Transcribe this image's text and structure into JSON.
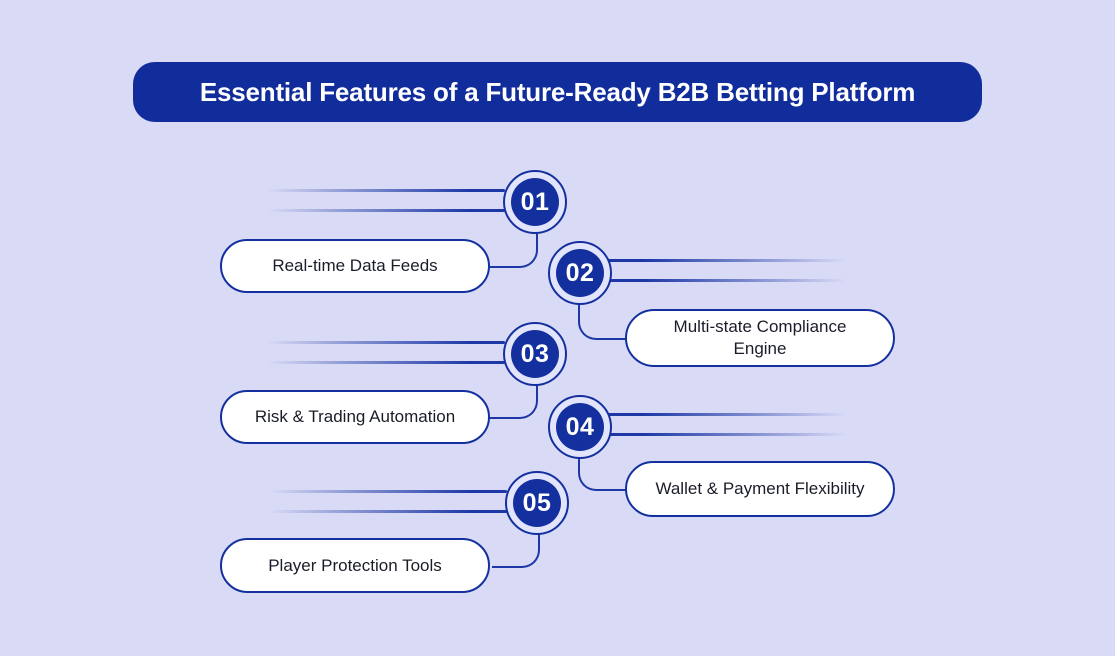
{
  "banner": {
    "title": "Essential Features of a Future-Ready B2B Betting Platform"
  },
  "colors": {
    "background": "#d9daf6",
    "banner_bg": "#112c9b",
    "banner_text": "#ffffff",
    "deep_blue": "#13309e",
    "line_blue": "#1d38a6",
    "ring_fill": "#e2e4fb",
    "pill_bg": "#ffffff",
    "pill_text": "#1a1d29"
  },
  "items": [
    {
      "number": "01",
      "label": "Real-time Data Feeds",
      "side": "left"
    },
    {
      "number": "02",
      "label": "Multi-state Compliance Engine",
      "side": "right"
    },
    {
      "number": "03",
      "label": "Risk & Trading Automation",
      "side": "left"
    },
    {
      "number": "04",
      "label": "Wallet & Payment Flexibility",
      "side": "right"
    },
    {
      "number": "05",
      "label": "Player Protection Tools",
      "side": "left"
    }
  ]
}
